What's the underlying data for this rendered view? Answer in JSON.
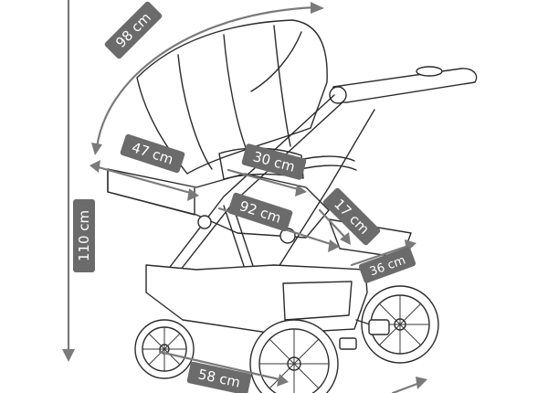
{
  "dimensions": {
    "canopy_arc": "98 cm",
    "seat_width": "47 cm",
    "handle_length": "30 cm",
    "footrest": "17 cm",
    "frame_diagonal": "92 cm",
    "height": "110 cm",
    "footrest_width": "36 cm",
    "wheelbase": "58 cm"
  },
  "colors": {
    "label_bg": "#6b6b6b",
    "arrow": "#7a7a7a",
    "outline": "#2b2b2b"
  }
}
